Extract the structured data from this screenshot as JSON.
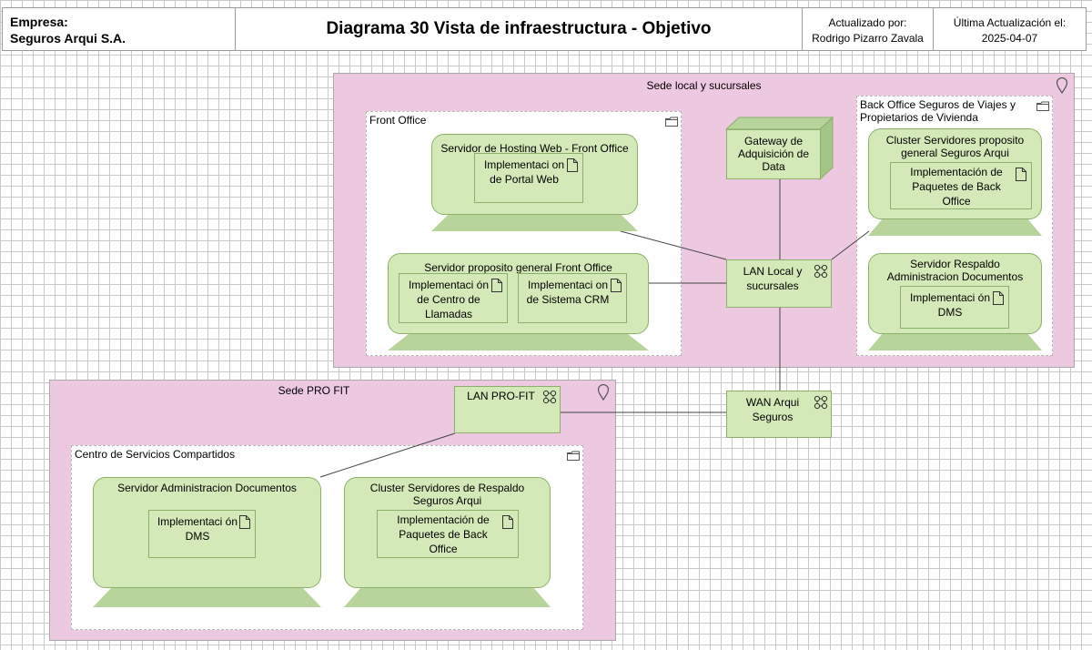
{
  "header": {
    "company_label": "Empresa:",
    "company_name": "Seguros Arqui S.A.",
    "title": "Diagrama 30 Vista de infraestructura - Objetivo",
    "updated_by_label": "Actualizado por:",
    "updated_by_name": "Rodrigo Pizarro Zavala",
    "last_update_label": "Última Actualización el:",
    "last_update_date": "2025-04-07"
  },
  "locations": {
    "main": "Sede local y sucursales",
    "profit": "Sede PRO FIT"
  },
  "groupings": {
    "front_office": "Front Office",
    "back_office": "Back Office Seguros de Viajes y Propietarios de Vivienda",
    "shared_services": "Centro de Servicios Compartidos"
  },
  "devices": {
    "hosting": "Servidor de Hosting Web - Front Office",
    "general_front": "Servidor proposito general Front Office",
    "cluster_back": "Cluster Servidores proposito general Seguros Arqui",
    "backup_admin": "Servidor Respaldo Administracion Documentos",
    "doc_admin": "Servidor Administracion Documentos",
    "cluster_backup": "Cluster Servidores de Respaldo Seguros Arqui"
  },
  "artifacts": {
    "portal": "Implementaci on de Portal Web",
    "call_center": "Implementaci ón de Centro de Llamadas",
    "crm": "Implementaci on de Sistema CRM",
    "back_packages_1": "Implementación de Paquetes de Back Office",
    "dms_1": "Implementaci ón DMS",
    "dms_2": "Implementaci ón DMS",
    "back_packages_2": "Implementación de Paquetes de Back Office"
  },
  "nodes": {
    "gateway": "Gateway de Adquisición de Data"
  },
  "networks": {
    "lan_local": "LAN Local y sucursales",
    "lan_profit": "LAN PRO-FIT",
    "wan": "WAN Arqui Seguros"
  },
  "colors": {
    "location_fill": "#ecc9e0",
    "element_fill": "#d3e9b8",
    "element_border": "#8cb06a",
    "device_base": "#b7d59a"
  },
  "icons": [
    "location-pin-icon",
    "folder-icon",
    "document-icon",
    "network-icon"
  ]
}
